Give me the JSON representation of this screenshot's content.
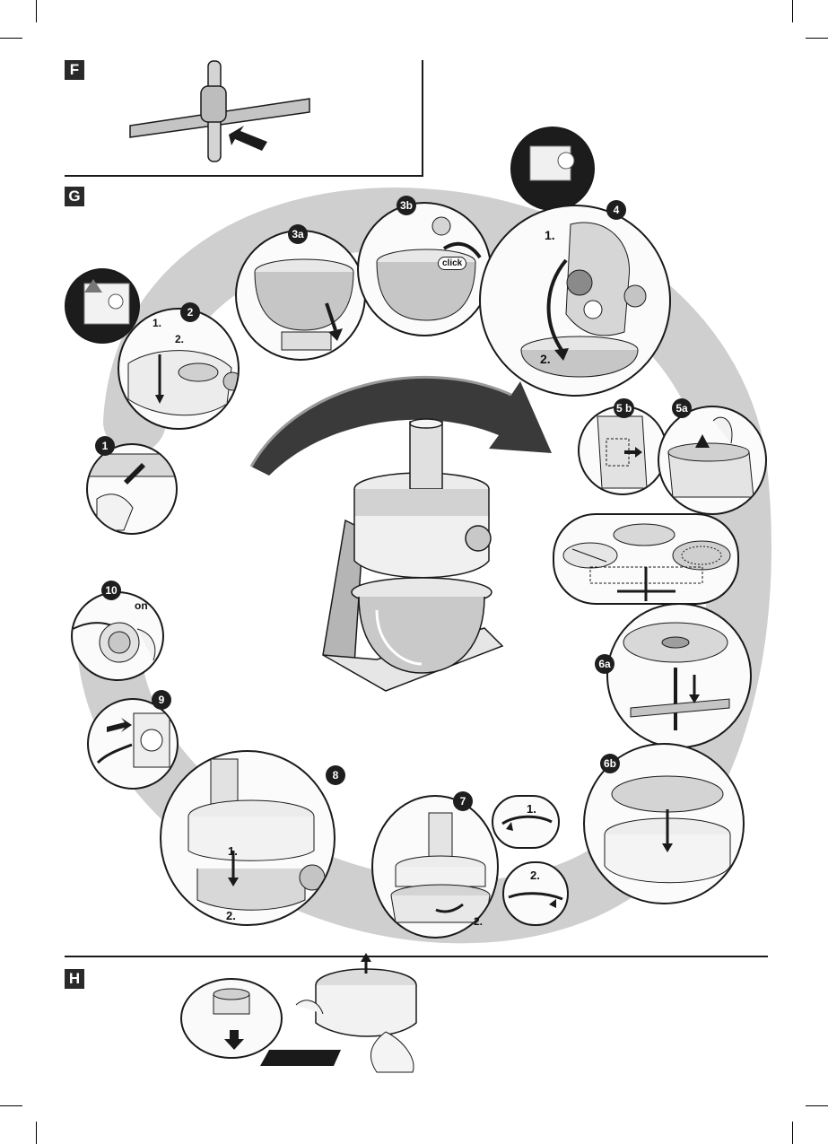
{
  "sections": {
    "f": "F",
    "g": "G",
    "h": "H"
  },
  "steps": {
    "s1": "1",
    "s2": "2",
    "s3a": "3a",
    "s3b": "3b",
    "s4": "4",
    "s5a": "5a",
    "s5b": "5 b",
    "s6a": "6a",
    "s6b": "6b",
    "s7": "7",
    "s8": "8",
    "s9": "9",
    "s10": "10"
  },
  "labels": {
    "step2_sub1": "1.",
    "step2_sub2": "2.",
    "step3b_click": "click",
    "step4_sub1": "1.",
    "step4_sub2": "2.",
    "step7_sub1": "1.",
    "step7_sub2": "2.",
    "step7_sub2b": "2.",
    "step8_sub1": "1.",
    "step8_sub2": "2.",
    "step10_on": "on"
  },
  "colors": {
    "ink": "#1a1a1a",
    "swirl": "#c9c9c9",
    "metal": "#b8b8b8",
    "badge": "#1e1e1e"
  }
}
